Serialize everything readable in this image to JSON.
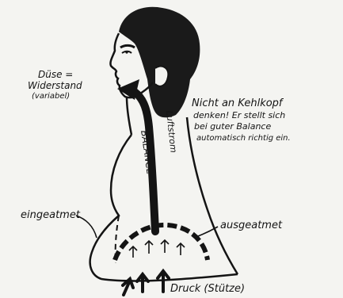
{
  "labels": {
    "duese_line1": "Düse =",
    "duese_line2": "Widerstand",
    "duese_line3": "(variabel)",
    "note_line1": "Nicht an Kehlkopf",
    "note_line2": "denken! Er stellt sich",
    "note_line3": "bei guter Balance",
    "note_line4": "automatisch richtig ein.",
    "luftstrom": "Luftstrom",
    "balance": "BALANCE",
    "eingeatmet": "eingeatmet",
    "ausgeatmet": "ausgeatmet",
    "druck": "Druck (Stütze)"
  },
  "colors": {
    "ink": "#141414",
    "paper": "#f4f4f1"
  }
}
